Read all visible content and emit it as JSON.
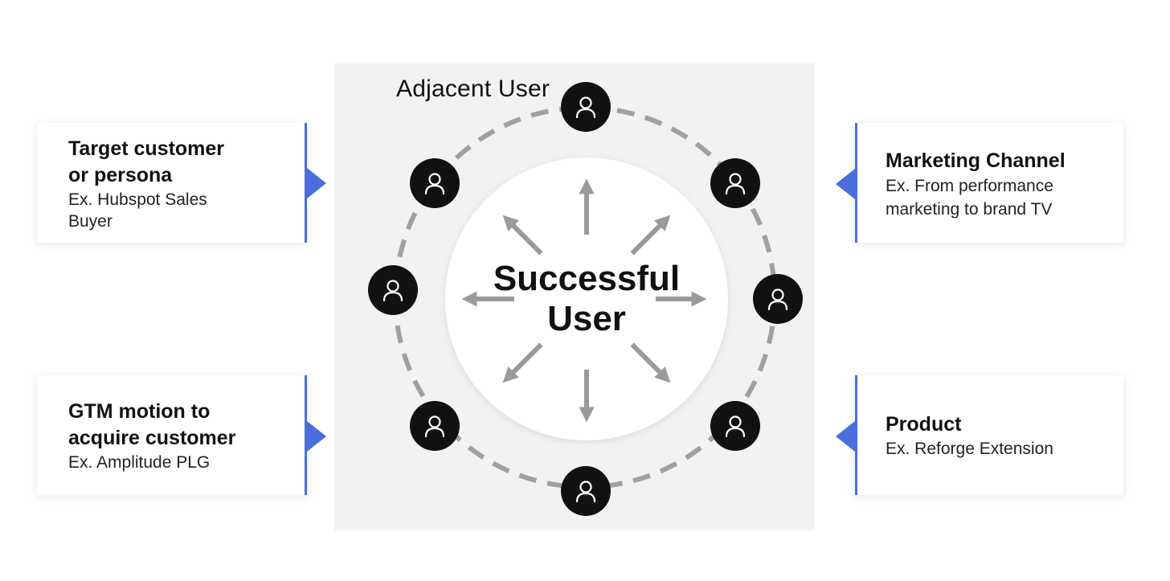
{
  "diagram": {
    "ring_label": "Adjacent User",
    "center_title_line1": "Successful",
    "center_title_line2": "User",
    "node_icon": "user-icon",
    "node_count": 8
  },
  "cards": {
    "target": {
      "title_line1": "Target customer",
      "title_line2": "or persona",
      "sub_line1": "Ex. Hubspot Sales",
      "sub_line2": "Buyer"
    },
    "gtm": {
      "title_line1": "GTM motion to",
      "title_line2": "acquire customer",
      "sub_line1": "Ex. Amplitude PLG"
    },
    "marketing": {
      "title_line1": "Marketing Channel",
      "sub_line1": "Ex. From performance",
      "sub_line2": "marketing to brand TV"
    },
    "product": {
      "title_line1": "Product",
      "sub_line1": "Ex. Reforge Extension"
    }
  },
  "colors": {
    "accent": "#4a6fdc",
    "node_fill": "#111111",
    "ring_dash": "#a0a0a0",
    "arrow": "#9a9a9a",
    "panel_bg": "#f2f2f2"
  }
}
